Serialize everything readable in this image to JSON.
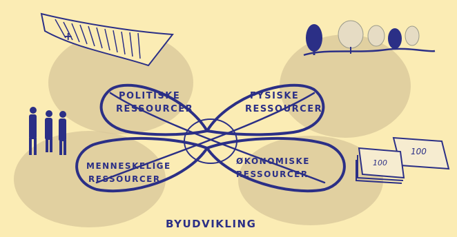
{
  "colors": {
    "background": "#fbecb4",
    "ink": "#2b2f86",
    "blob": "#d8c79a"
  },
  "icons": [
    "banner-icon",
    "trees-icon",
    "people-icon",
    "money-icon"
  ],
  "resources": {
    "politiske_line1": "POLITISKE",
    "politiske_line2": "RESSOURCER",
    "fysiske_line1": "FYSISKE",
    "fysiske_line2": "RESSOURCER",
    "menneskelige_line1": "MENNESKELIGE",
    "menneskelige_line2": "RESSOURCER",
    "okonomiske_line1": "ØKONOMISKE",
    "okonomiske_line2": "RESSOURCER"
  },
  "center_label": "BYUDVIKLING",
  "money_note_1": "100",
  "money_note_2": "100",
  "banner_mark": "+"
}
